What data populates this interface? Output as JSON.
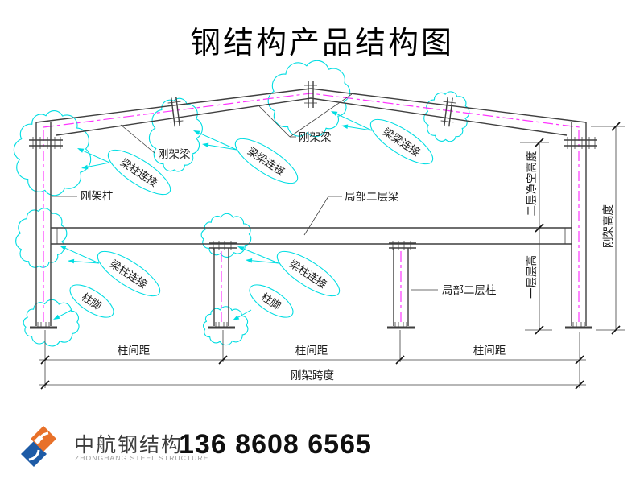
{
  "title": "钢结构产品结构图",
  "diagram": {
    "labels": {
      "rigid_frame_beam": "刚架梁",
      "rigid_frame_column": "刚架柱",
      "mezzanine_beam": "局部二层梁",
      "mezzanine_column": "局部二层柱",
      "beam_column_connection": "梁柱连接",
      "beam_beam_connection": "梁梁连接",
      "column_base": "柱脚"
    },
    "dimensions": {
      "bay_spacing": "柱间距",
      "frame_span": "刚架跨度",
      "second_floor_clearance": "二层净空高度",
      "first_floor_height": "一层层高",
      "frame_height": "刚架高度"
    },
    "colors": {
      "line": "#3f3f3f",
      "centerline": "#ff35ff",
      "cloud": "#00dde2"
    }
  },
  "footer": {
    "company_cn": "中航钢结构",
    "company_en": "ZHONGHANG STEEL STRUCTURE",
    "phone": "136 8608 6565",
    "logo_orange": "#e8712a",
    "logo_blue": "#1e5ba6"
  }
}
